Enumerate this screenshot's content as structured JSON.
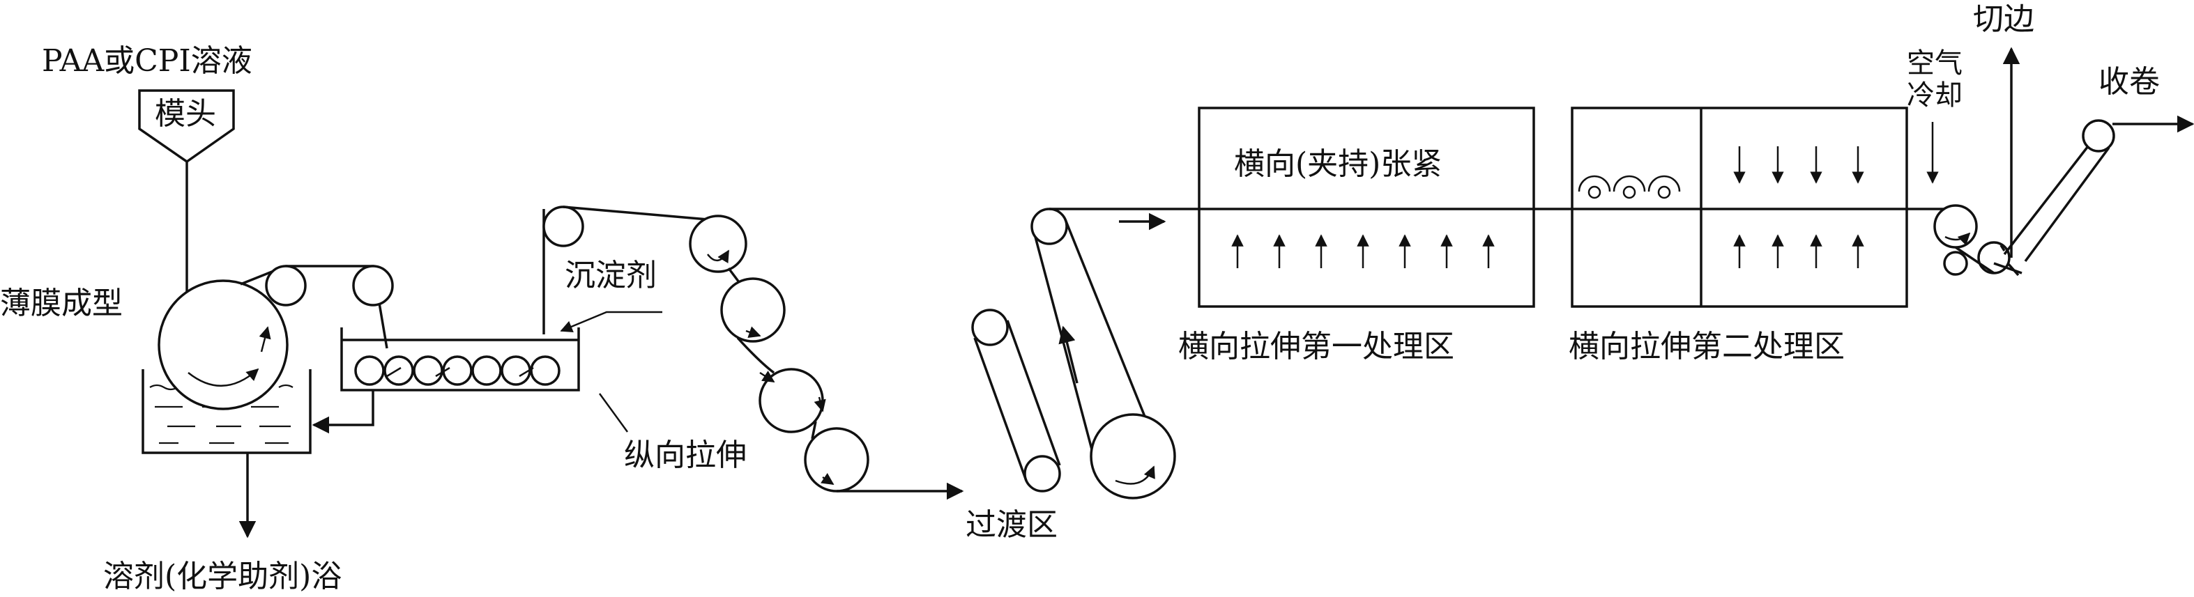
{
  "diagram": {
    "labels": {
      "solution": "PAA或CPI溶液",
      "die": "模头",
      "film_forming": "薄膜成型",
      "solvent_bath": "溶剂(化学助剂)浴",
      "precipitant": "沉淀剂",
      "longitudinal_stretch": "纵向拉伸",
      "transition_zone": "过渡区",
      "tension_clamp": "横向(夹持)张紧",
      "zone_one": "横向拉伸第一处理区",
      "zone_two": "横向拉伸第二处理区",
      "air_cooling_line1": "空气",
      "air_cooling_line2": "冷却",
      "edge_trim": "切边",
      "winding": "收卷"
    }
  }
}
